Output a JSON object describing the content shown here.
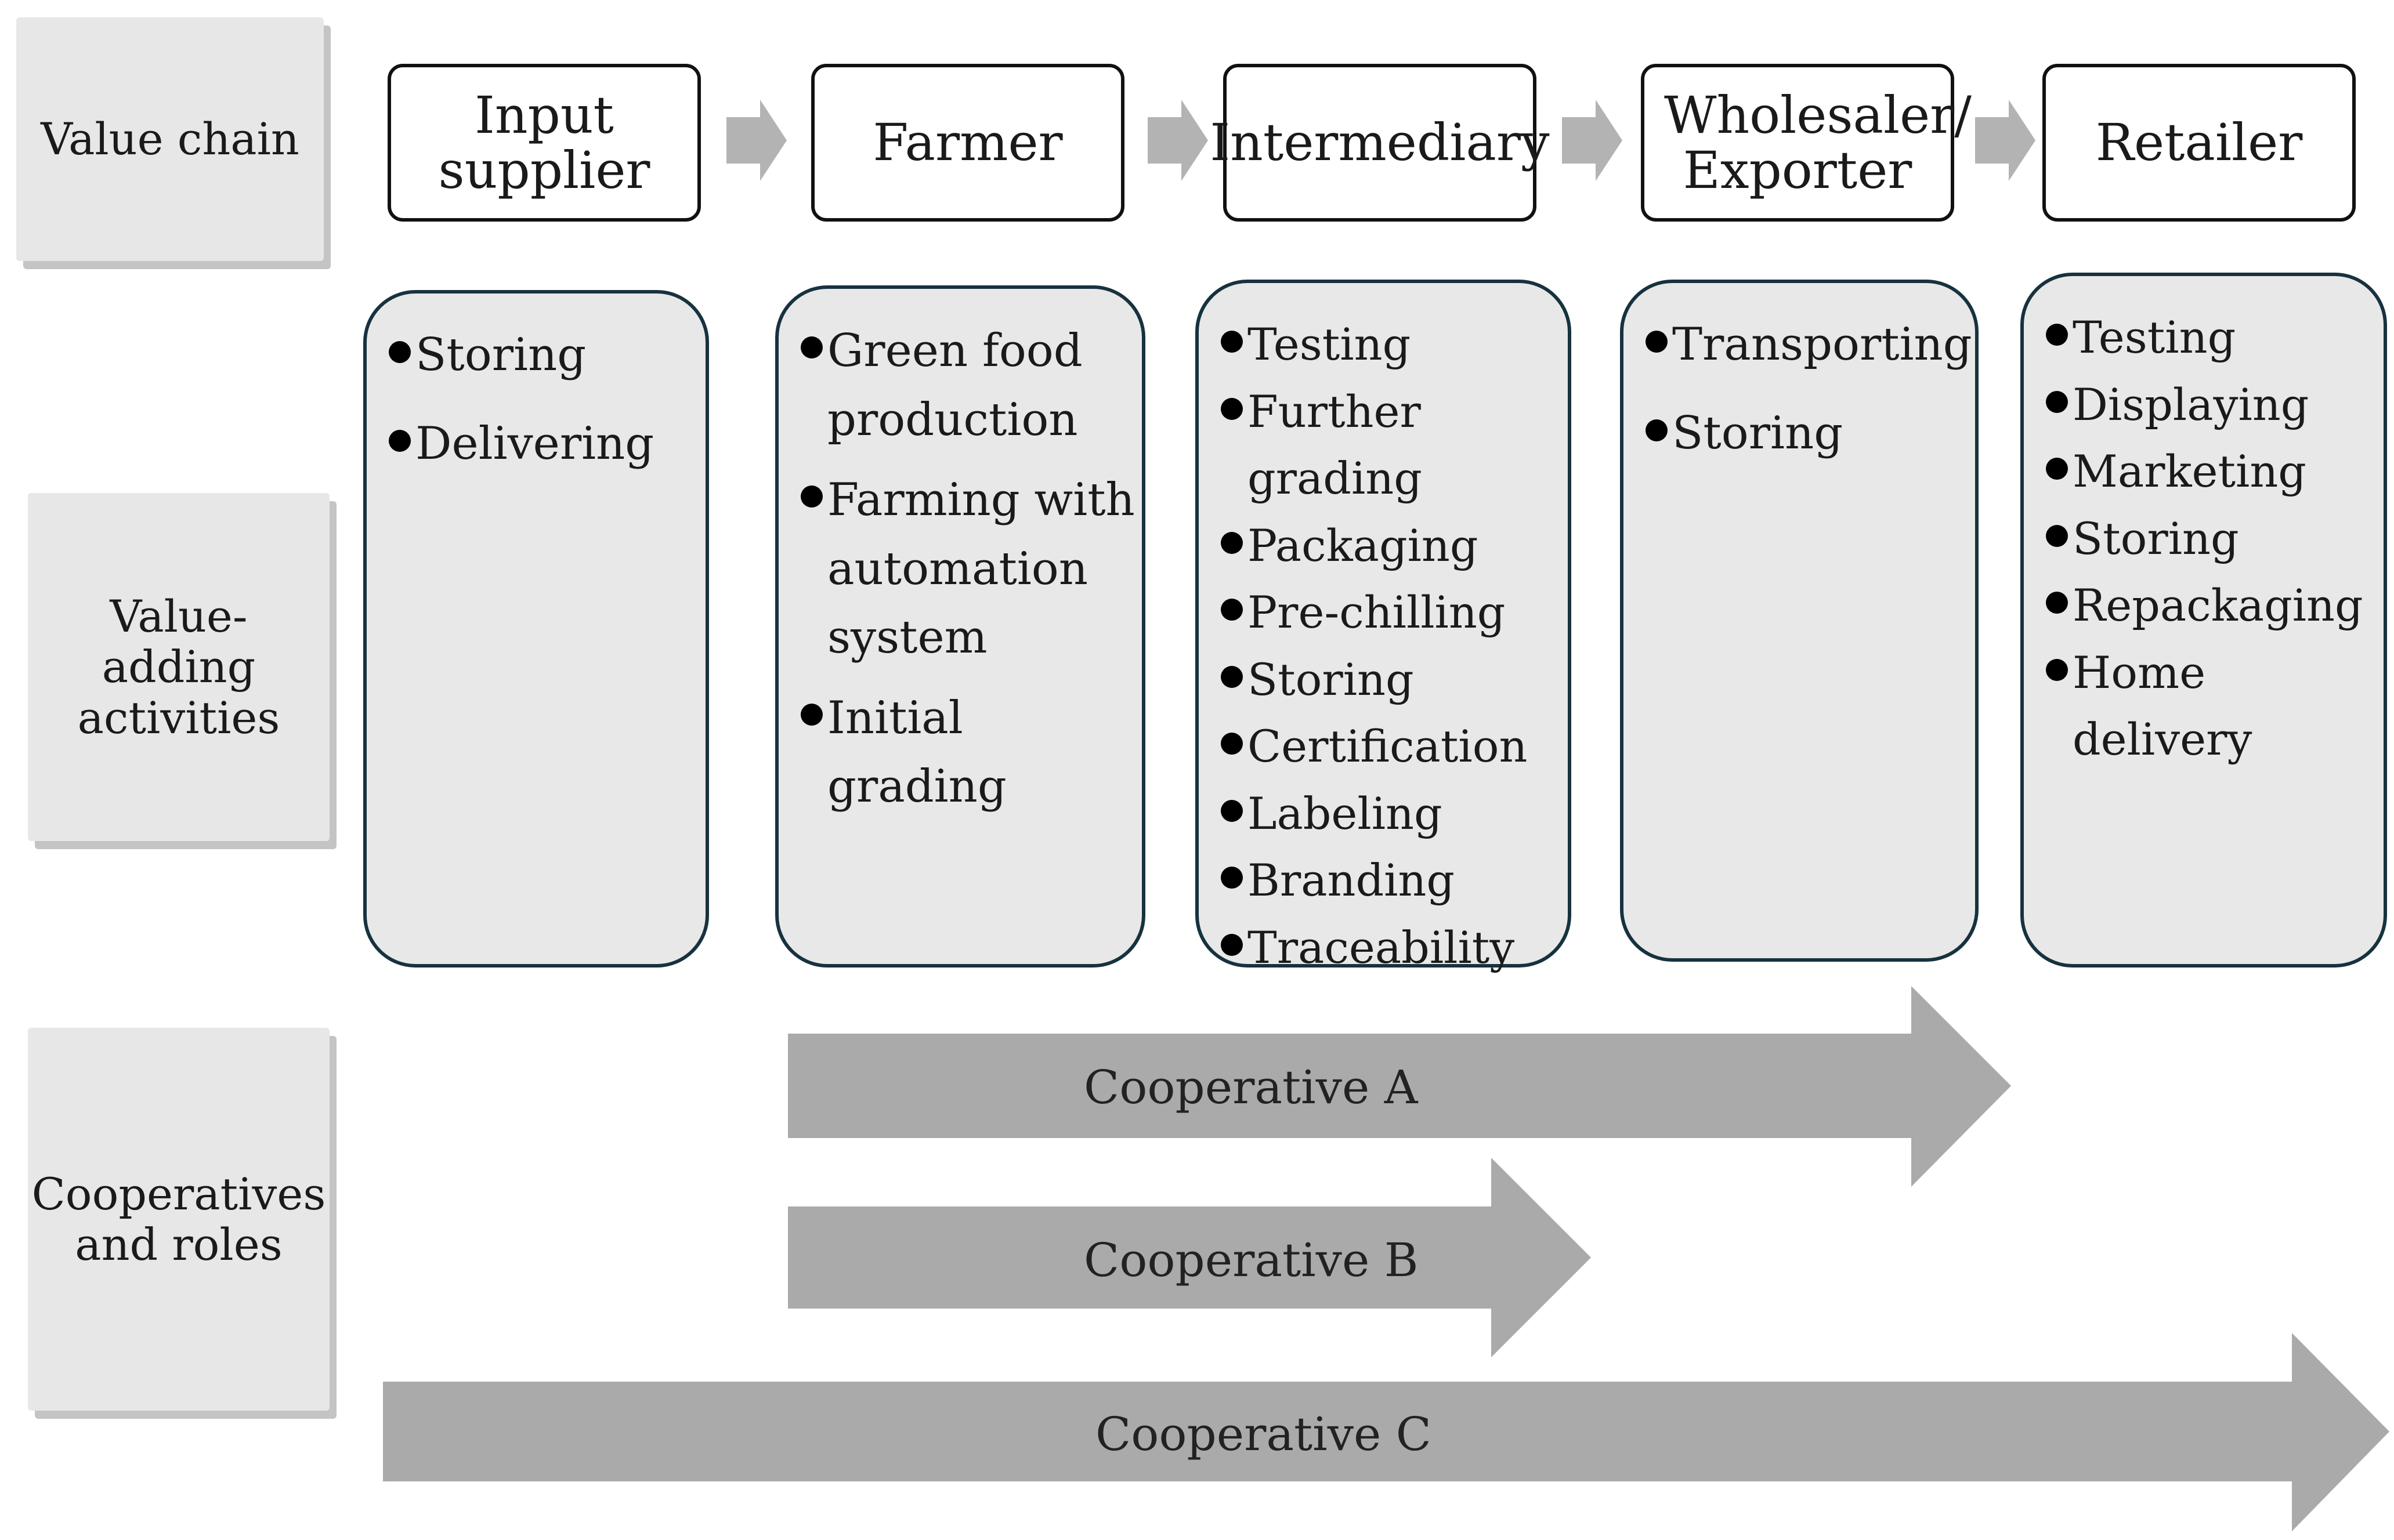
{
  "rows": {
    "value_chain": "Value chain",
    "value_adding": "Value- adding activities",
    "cooperatives": "Cooperatives and roles"
  },
  "stages": [
    {
      "label": "Input supplier",
      "activities": [
        "Storing",
        "Delivering"
      ]
    },
    {
      "label": "Farmer",
      "activities": [
        "Green food production",
        "Farming with automation system",
        "Initial grading"
      ]
    },
    {
      "label": "Intermediary",
      "activities": [
        "Testing",
        "Further grading",
        "Packaging",
        "Pre-chilling",
        "Storing",
        "Certification",
        "Labeling",
        "Branding",
        "Traceability"
      ]
    },
    {
      "label": "Wholesaler/ Exporter",
      "activities": [
        "Transporting",
        "Storing"
      ]
    },
    {
      "label": "Retailer",
      "activities": [
        "Testing",
        "Displaying",
        "Marketing",
        "Storing",
        "Repackaging",
        "Home delivery"
      ]
    }
  ],
  "cooperatives": [
    {
      "label": "Cooperative A"
    },
    {
      "label": "Cooperative B"
    },
    {
      "label": "Cooperative C"
    }
  ],
  "colors": {
    "arrow_fill": "#aaaaaa",
    "box_border": "#17323f",
    "label_bg": "#e7e7e7"
  }
}
